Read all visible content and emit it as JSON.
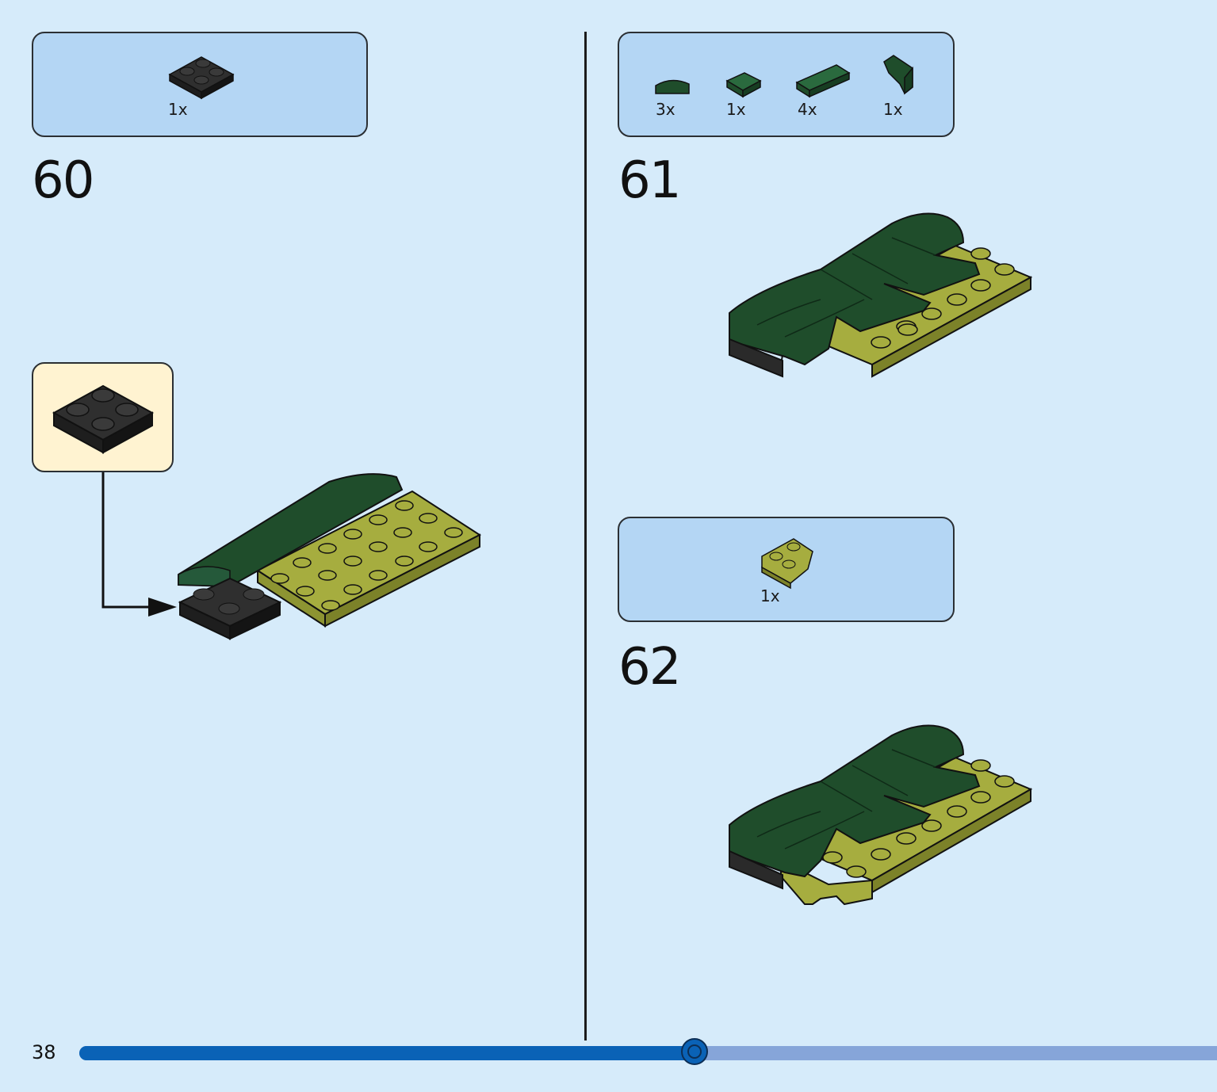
{
  "page": {
    "number": "38",
    "progress_percent": 54
  },
  "steps": [
    {
      "number": "60",
      "parts": [
        {
          "icon": "black-2x2-plate-icon",
          "quantity": "1x"
        }
      ]
    },
    {
      "number": "61",
      "parts": [
        {
          "icon": "dark-green-curved-tile-icon",
          "quantity": "3x"
        },
        {
          "icon": "dark-green-1x2-tile-icon",
          "quantity": "1x"
        },
        {
          "icon": "dark-green-1x4-tile-icon",
          "quantity": "4x"
        },
        {
          "icon": "dark-green-wedge-slope-icon",
          "quantity": "1x"
        }
      ]
    },
    {
      "number": "62",
      "parts": [
        {
          "icon": "olive-wedge-plate-icon",
          "quantity": "1x"
        }
      ]
    }
  ],
  "colors": {
    "background": "#d6ebfa",
    "parts_box": "#b4d6f4",
    "callout": "#fff3d1",
    "dark_green": "#1f4d2b",
    "olive": "#9aa13a",
    "black_brick": "#2a2a2a",
    "progress_fill": "#0a62b6",
    "progress_track": "#86a5d9"
  }
}
